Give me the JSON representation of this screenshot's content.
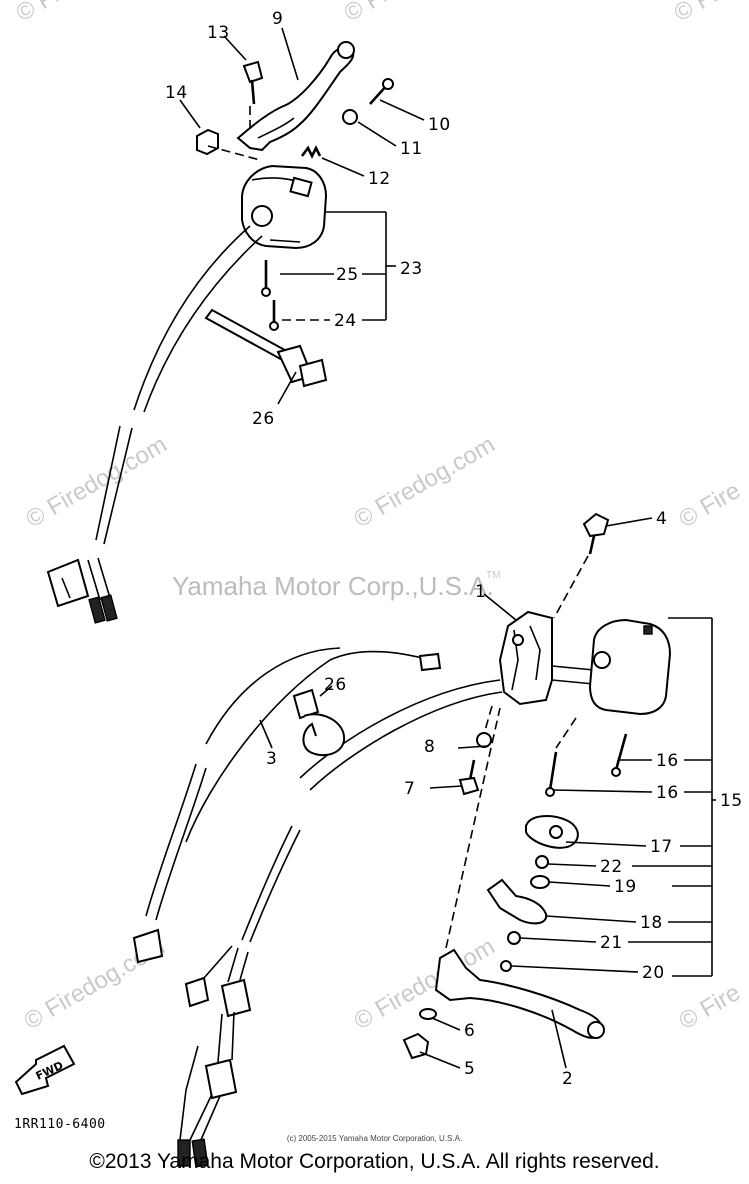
{
  "watermark": {
    "brand": "Yamaha Motor Corp.,U.S.A.",
    "tm": "TM",
    "site": "© Firedog.com",
    "site_short": "© Fire",
    "color": "#c9c9c9"
  },
  "diagram_code": "1RR110-6400",
  "fwd_label": "FWD",
  "callouts": {
    "c1": "1",
    "c2": "2",
    "c3": "3",
    "c4": "4",
    "c5": "5",
    "c6": "6",
    "c7": "7",
    "c8": "8",
    "c9": "9",
    "c10": "10",
    "c11": "11",
    "c12": "12",
    "c13": "13",
    "c14": "14",
    "c15": "15",
    "c16a": "16",
    "c16b": "16",
    "c17": "17",
    "c18": "18",
    "c19": "19",
    "c20": "20",
    "c21": "21",
    "c22": "22",
    "c23": "23",
    "c24": "24",
    "c25": "25",
    "c26a": "26",
    "c26b": "26"
  },
  "small_copyright": "(c) 2005-2015 Yamaha Motor Corporation, U.S.A.",
  "footer": "©2013 Yamaha Motor Corporation, U.S.A. All rights reserved."
}
